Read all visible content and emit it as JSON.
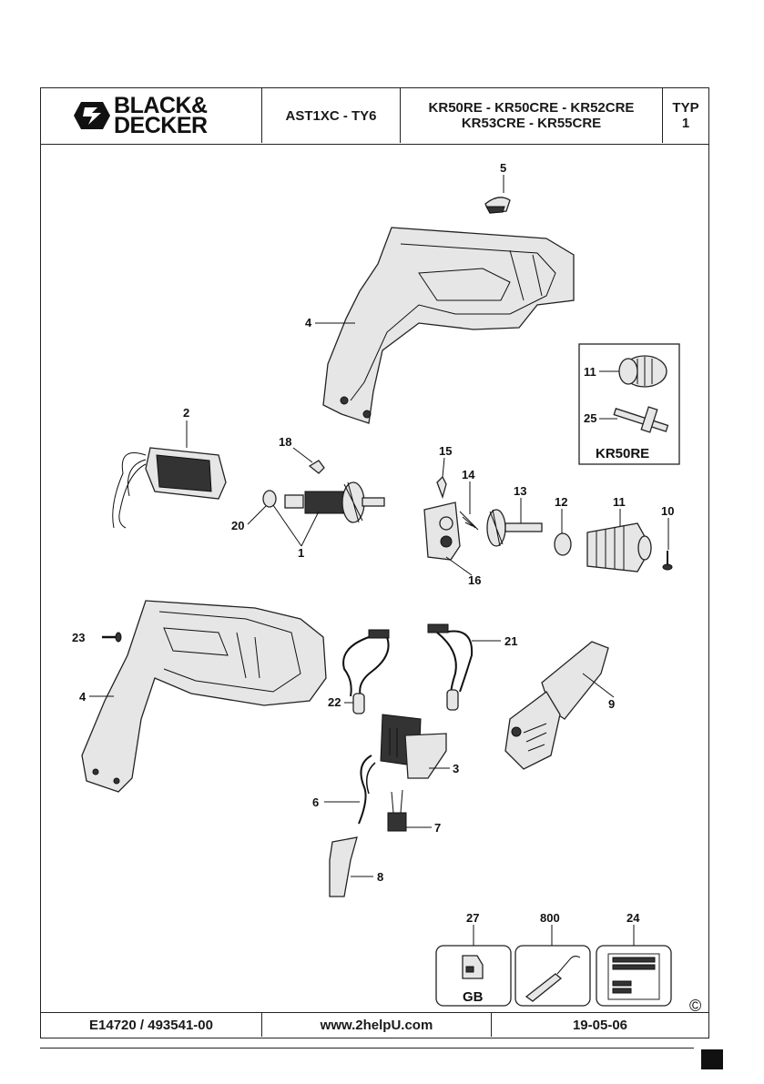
{
  "header": {
    "brand": "BLACK&DECKER",
    "brand_line1": "BLACK&",
    "brand_line2": "DECKER",
    "model_code": "AST1XC - TY6",
    "models_line1": "KR50RE - KR50CRE - KR52CRE",
    "models_line2": "KR53CRE - KR55CRE",
    "type_label": "TYP",
    "type_value": "1"
  },
  "inset": {
    "title": "KR50RE"
  },
  "part_labels": {
    "p5": "5",
    "p4a": "4",
    "p11a": "11",
    "p25": "25",
    "p2": "2",
    "p18": "18",
    "p15": "15",
    "p14": "14",
    "p13": "13",
    "p12": "12",
    "p11b": "11",
    "p10": "10",
    "p20": "20",
    "p1": "1",
    "p16": "16",
    "p23": "23",
    "p4b": "4",
    "p21": "21",
    "p22": "22",
    "p9": "9",
    "p3": "3",
    "p6": "6",
    "p7": "7",
    "p8": "8",
    "p27": "27",
    "p800": "800",
    "p24": "24"
  },
  "accessory": {
    "plug_label": "GB"
  },
  "copyright": "©",
  "footer": {
    "doc_number": "E14720 / 493541-00",
    "website": "www.2helpU.com",
    "date": "19-05-06"
  }
}
